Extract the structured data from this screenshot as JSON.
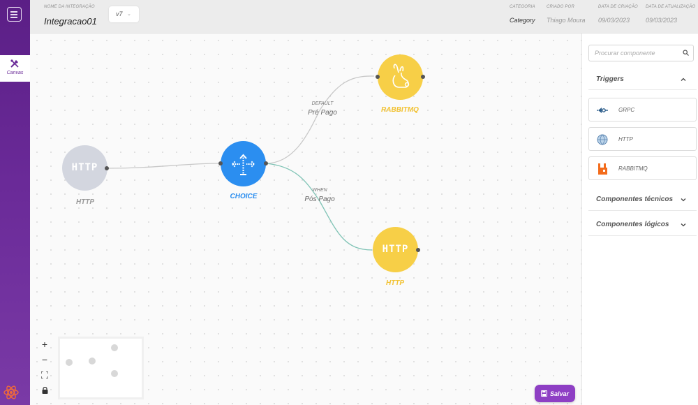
{
  "sidebar": {
    "menu_icon": "hamburger-icon",
    "active_tab": {
      "icon": "tools-icon",
      "label": "Canvas"
    },
    "logo_icon": "react-logo-icon"
  },
  "header": {
    "name_label": "NOME DA INTEGRAÇÃO",
    "name_value": "Integracao01",
    "version": "v7",
    "category_label": "CATEGORIA",
    "category_value": "Category",
    "created_by_label": "CRIADO POR",
    "created_by_value": "Thiago Moura",
    "created_at_label": "DATA DE CRIAÇÃO",
    "created_at_value": "09/03/2023",
    "updated_at_label": "DATA DE ATUALIZAÇÃO",
    "updated_at_value": "09/03/2023"
  },
  "canvas": {
    "nodes": {
      "http_source": {
        "text": "HTTP",
        "label": "HTTP",
        "color": "#d3d6df"
      },
      "choice": {
        "label": "CHOICE",
        "color": "#2b8ef0"
      },
      "rabbitmq": {
        "label": "RABBITMQ",
        "color": "#f7cf47"
      },
      "http_target": {
        "text": "HTTP",
        "label": "HTTP",
        "color": "#f7cf47"
      }
    },
    "edges": {
      "default_type": "DEFAULT",
      "default_name": "Pré Pago",
      "when_type": "WHEN",
      "when_name": "Pós Pago"
    },
    "controls": {
      "zoom_in": "+",
      "zoom_out": "−"
    },
    "save_label": "Salvar"
  },
  "panel": {
    "search_placeholder": "Procurar componente",
    "triggers_title": "Triggers",
    "triggers": [
      {
        "label": "GRPC",
        "icon": "grpc-icon"
      },
      {
        "label": "HTTP",
        "icon": "http-globe-icon"
      },
      {
        "label": "RABBITMQ",
        "icon": "rabbitmq-icon"
      }
    ],
    "technical_title": "Componentes técnicos",
    "logical_title": "Componentes lógicos"
  },
  "colors": {
    "sidebar": "#6a2a98",
    "accent": "#8e3fc4",
    "choice": "#2b8ef0",
    "yellow": "#f7cf47",
    "gray_node": "#d3d6df"
  }
}
